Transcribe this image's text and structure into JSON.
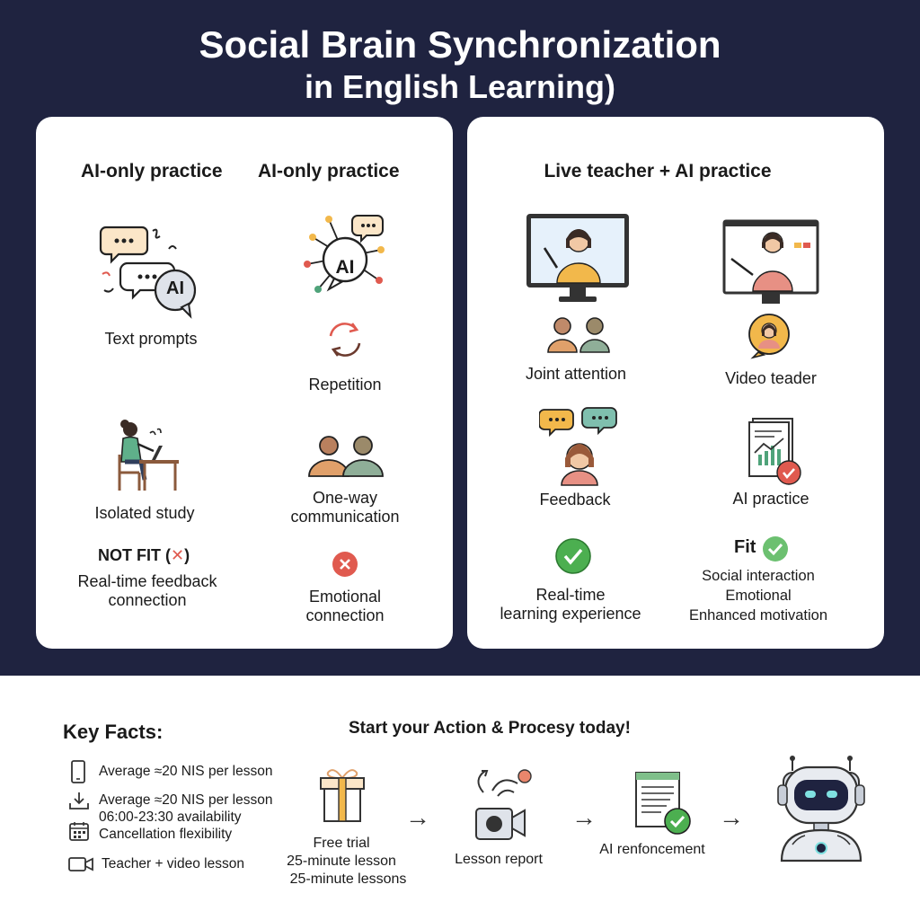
{
  "title": {
    "line1": "Social Brain Synchronization",
    "line2": "in English Learning)"
  },
  "left_panel": {
    "col1_heading": "AI-only practice",
    "col2_heading": "AI-only practice",
    "items": {
      "text_prompts": "Text prompts",
      "repetition": "Repetition",
      "isolated_study": "Isolated study",
      "one_way_line1": "One-way",
      "one_way_line2": "communication",
      "not_fit_label": "NOT FIT (",
      "not_fit_mark": "✕",
      "not_fit_close": ")",
      "realtime_line1": "Real-time feedback",
      "realtime_line2": "connection",
      "emotional_line1": "Emotional",
      "emotional_line2": "connection"
    },
    "ai_badge": "AI"
  },
  "right_panel": {
    "heading": "Live teacher + AI practice",
    "items": {
      "joint_attention": "Joint attention",
      "video_teader": "Video teader",
      "feedback": "Feedback",
      "ai_practice": "AI practice",
      "realtime_line1": "Real-time",
      "realtime_line2": "learning experience",
      "fit_label": "Fit",
      "fit_line1": "Social interaction",
      "fit_line2": "Emotional",
      "fit_line3": "Enhanced motivation"
    }
  },
  "key_facts": {
    "title": "Key Facts:",
    "items": [
      "Average ≈20 NIS per lesson",
      "Average ≈20 NIS per lesson",
      "06:00-23:30 availability",
      "Cancellation flexibility",
      "Teacher + video lesson"
    ]
  },
  "process": {
    "title": "Start your Action & Procesy today!",
    "step1_line1": "Free trial",
    "step1_line2": "25-minute lesson",
    "step1_line3": "25-minute lessons",
    "step2": "Lesson report",
    "step3": "AI renfoncement",
    "arrow": "→"
  },
  "colors": {
    "navy": "#1f2340",
    "green": "#4caf50",
    "red": "#e05a4f",
    "yellow": "#f2b84b",
    "teal": "#4fa37a"
  }
}
